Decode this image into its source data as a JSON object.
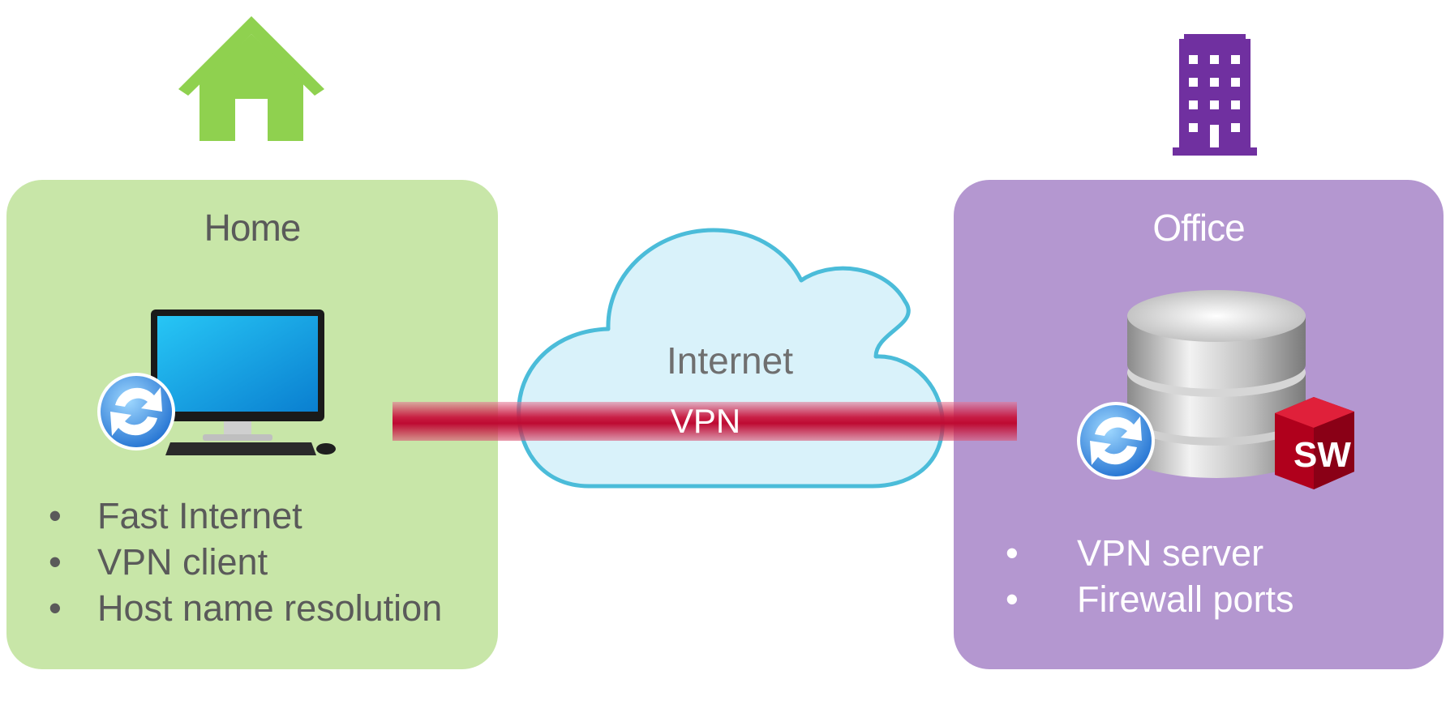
{
  "home": {
    "title": "Home",
    "bullet_symbol": "•",
    "items": [
      "Fast Internet",
      "VPN client",
      "Host name resolution"
    ],
    "color": "#c8e6a8",
    "icon": "house-icon",
    "device_icon": "computer-sync-icon"
  },
  "internet": {
    "label": "Internet",
    "icon": "cloud-icon",
    "fill": "#d9f2fa",
    "stroke": "#4bbcd9"
  },
  "vpn": {
    "label": "VPN",
    "color": "#c8143c"
  },
  "office": {
    "title": "Office",
    "bullet_symbol": "•",
    "items": [
      "VPN server",
      "Firewall ports"
    ],
    "color": "#b497d0",
    "icon": "office-building-icon",
    "device_icon": "database-server-sync-icon",
    "badge": "SW"
  }
}
